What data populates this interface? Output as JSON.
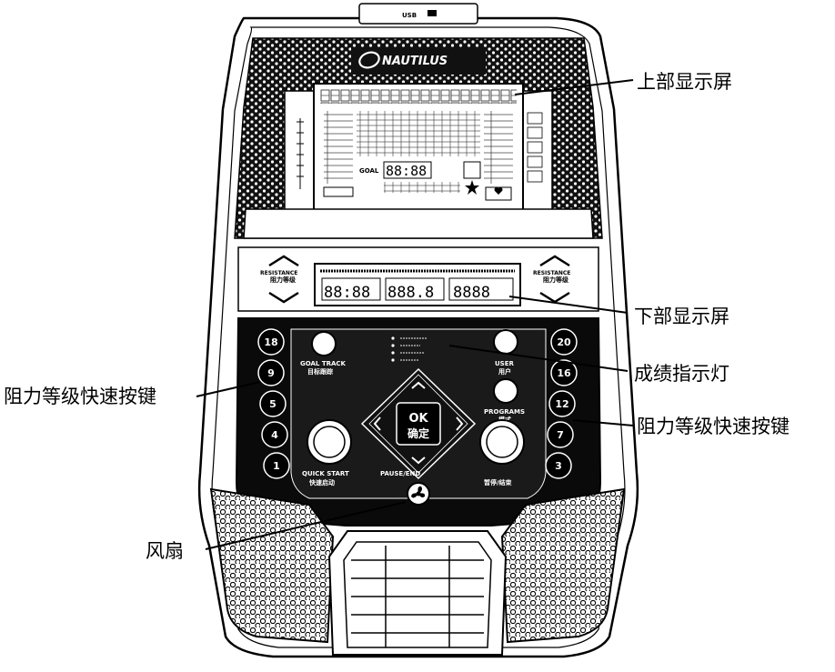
{
  "callouts": {
    "upper_display": "上部显示屏",
    "lower_display": "下部显示屏",
    "achievement_lights": "成绩指示灯",
    "resistance_keys_left": "阻力等级快速按键",
    "resistance_keys_right": "阻力等级快速按键",
    "fan": "风扇"
  },
  "console": {
    "brand": "NAUTILUS",
    "usb_label": "USB",
    "resistance_label": "RESISTANCE",
    "resistance_label_cn": "阻力等级",
    "goal_label": "GOAL",
    "goal_digits": "88:88",
    "lower_digits_1": "88:88",
    "lower_digits_2": "888.8",
    "lower_digits_3": "8888",
    "ok_label": "OK",
    "ok_label_cn": "确定",
    "goal_track_label": "GOAL TRACK",
    "goal_track_label_cn": "目标跟踪",
    "user_label": "USER",
    "user_label_cn": "用户",
    "programs_label": "PROGRAMS",
    "programs_label_cn": "模式",
    "quick_start_label": "QUICK START",
    "quick_start_label_cn": "快速启动",
    "pause_end_label": "PAUSE/END",
    "pause_end_label_cn": "暂停/结束",
    "left_keys": [
      "18",
      "9",
      "5",
      "4",
      "1"
    ],
    "right_keys": [
      "20",
      "16",
      "12",
      "7",
      "3"
    ]
  }
}
